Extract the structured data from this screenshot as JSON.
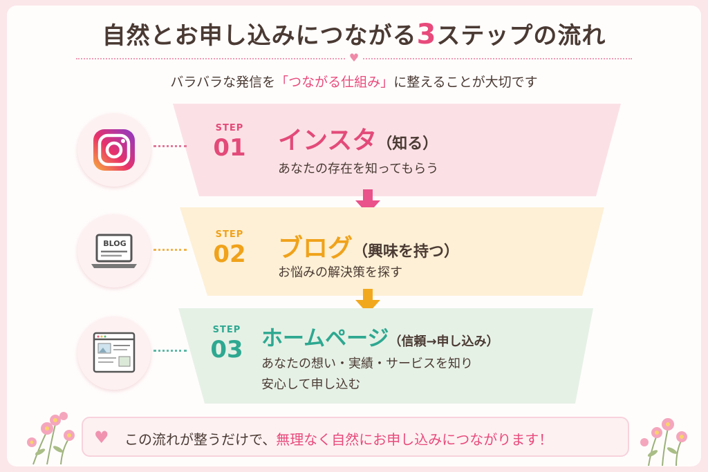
{
  "title": {
    "before": "自然とお申し込みにつながる",
    "highlight": "3",
    "after": "ステップの流れ"
  },
  "subtitle": {
    "before": "バラバラな発信を",
    "highlight": "「つながる仕組み」",
    "after": "に整えることが大切です"
  },
  "steps": [
    {
      "label": "STEP",
      "number": "01",
      "name": "インスタ",
      "sub": "（知る）",
      "desc": [
        "あなたの存在を知ってもらう"
      ],
      "color": "#e34a7a",
      "band": "#fbe1e6",
      "icon": "instagram-icon"
    },
    {
      "label": "STEP",
      "number": "02",
      "name": "ブログ",
      "sub": "（興味を持つ）",
      "desc": [
        "お悩みの解決策を探す"
      ],
      "color": "#f0a21a",
      "band": "#fdf0d6",
      "icon": "blog-laptop-icon",
      "icon_text": "BLOG"
    },
    {
      "label": "STEP",
      "number": "03",
      "name": "ホームページ",
      "sub": "（信頼→申し込み）",
      "desc": [
        "あなたの想い・実績・サービスを知り",
        "安心して申し込む"
      ],
      "color": "#2ea891",
      "band": "#e6f1e6",
      "icon": "homepage-browser-icon"
    }
  ],
  "bottom": {
    "before": "この流れが整うだけで、",
    "highlight": "無理なく自然にお申し込みにつながります！"
  },
  "colors": {
    "accent": "#e84a7c",
    "text": "#4a3a33",
    "arrow1": "#e9528a",
    "arrow2": "#f2a81e"
  }
}
